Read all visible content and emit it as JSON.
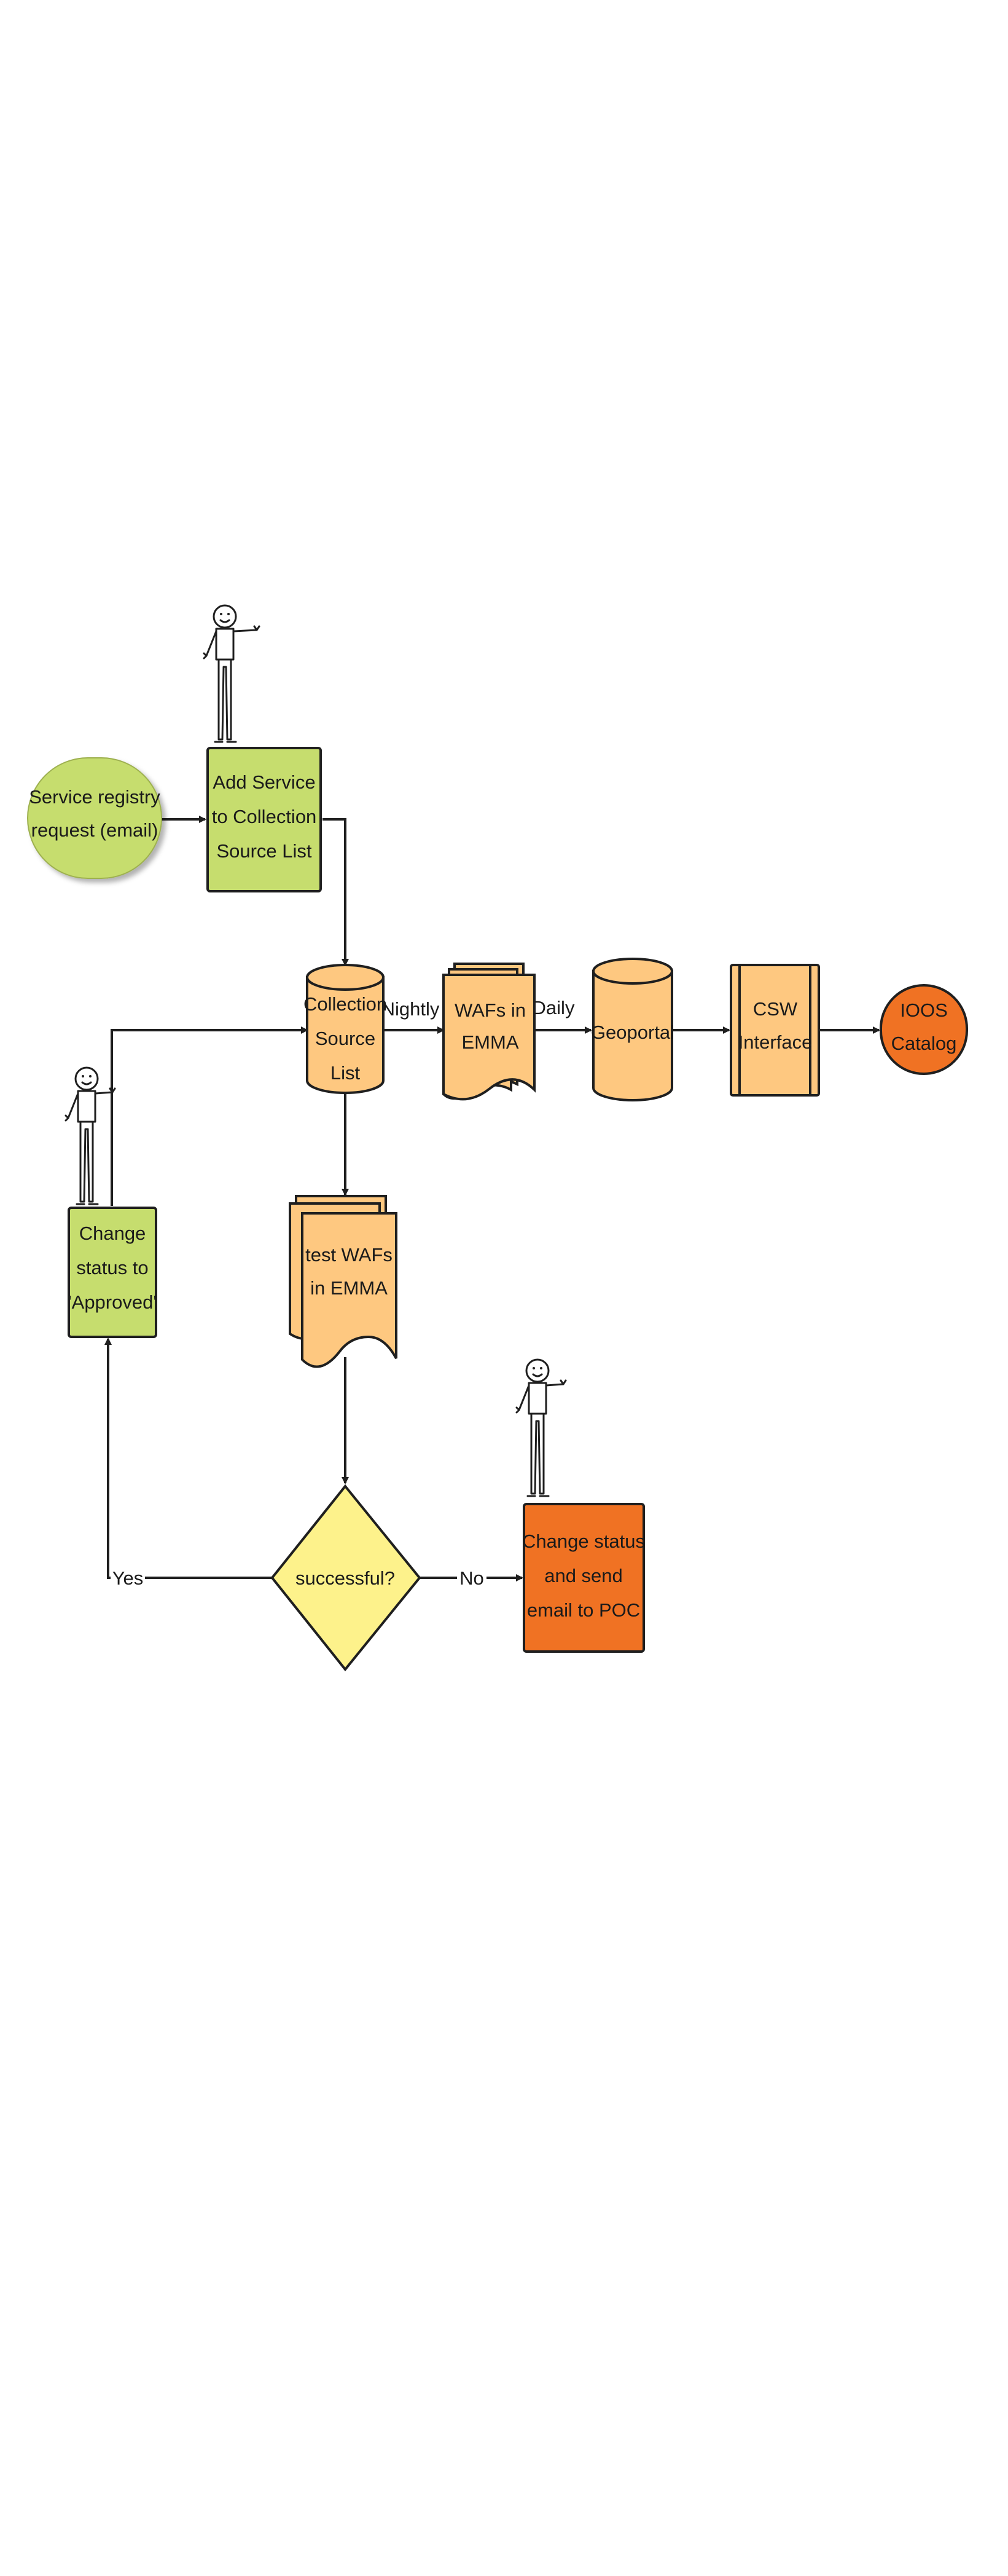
{
  "colors": {
    "green": "#c6dd6e",
    "peach": "#fec880",
    "orange": "#f07223",
    "yellow": "#fdf28b",
    "stroke": "#1f1f1f"
  },
  "nodes": {
    "service_request": {
      "lines": [
        "Service registry",
        "request (email)"
      ],
      "shape": "rounded-terminal"
    },
    "add_service": {
      "lines": [
        "Add Service",
        "to Collection",
        "Source List"
      ],
      "shape": "process"
    },
    "collection_source": {
      "lines": [
        "Collection",
        "Source",
        "List"
      ],
      "shape": "database-cylinder"
    },
    "wafs_emma": {
      "lines": [
        "WAFs in",
        "EMMA"
      ],
      "shape": "multi-document"
    },
    "geoportal": {
      "lines": [
        "Geoportal"
      ],
      "shape": "database-cylinder"
    },
    "csw_interface": {
      "lines": [
        "CSW",
        "Interface"
      ],
      "shape": "predefined-process"
    },
    "ioos_catalog": {
      "lines": [
        "IOOS",
        "Catalog"
      ],
      "shape": "terminal"
    },
    "test_wafs": {
      "lines": [
        "test WAFs",
        "in EMMA"
      ],
      "shape": "multi-document"
    },
    "successful": {
      "lines": [
        "successful?"
      ],
      "shape": "decision"
    },
    "change_status_approved": {
      "lines": [
        "Change",
        "status to",
        "'Approved'"
      ],
      "shape": "process"
    },
    "change_status_email": {
      "lines": [
        "Change status",
        "and send",
        "email to POC"
      ],
      "shape": "process"
    }
  },
  "edges": {
    "nightly": "Nightly",
    "daily": "Daily",
    "yes": "Yes",
    "no": "No"
  },
  "actors": [
    "stick-figure-actor",
    "stick-figure-actor",
    "stick-figure-actor"
  ]
}
